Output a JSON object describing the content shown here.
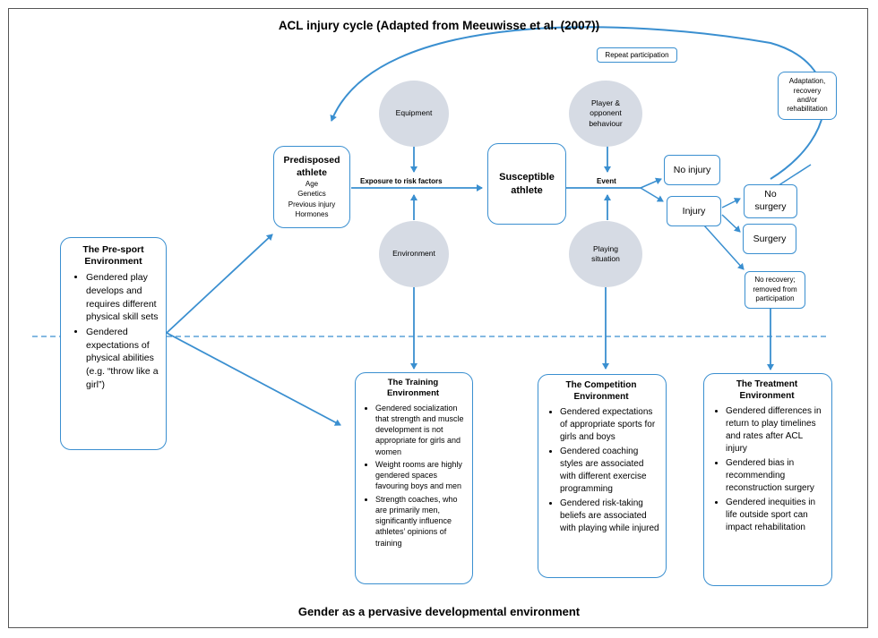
{
  "title": "ACL injury cycle (Adapted from Meeuwisse et al. (2007))",
  "footer": "Gender as a pervasive developmental environment",
  "repeat_participation": "Repeat participation",
  "adaptation": [
    "Adaptation,",
    "recovery",
    "and/or",
    "rehabilitation"
  ],
  "predisposed": {
    "heading": [
      "Predisposed",
      "athlete"
    ],
    "factors": [
      "Age",
      "Genetics",
      "Previous injury",
      "Hormones"
    ]
  },
  "exposure_label": "Exposure to risk factors",
  "susceptible": [
    "Susceptible",
    "athlete"
  ],
  "event_label": "Event",
  "circles": {
    "equipment": "Equipment",
    "environment": "Environment",
    "player": [
      "Player &",
      "opponent",
      "behaviour"
    ],
    "playing": [
      "Playing",
      "situation"
    ]
  },
  "outcomes": {
    "no_injury": "No injury",
    "injury": "Injury",
    "no_surgery": [
      "No",
      "surgery"
    ],
    "surgery": "Surgery",
    "no_recovery": [
      "No recovery;",
      "removed from",
      "participation"
    ]
  },
  "presport": {
    "title": [
      "The Pre-sport",
      "Environment"
    ],
    "bullets": [
      "Gendered play develops and requires different physical skill sets",
      "Gendered expectations of physical abilities (e.g. “throw like a girl”)"
    ]
  },
  "training": {
    "title": [
      "The Training",
      "Environment"
    ],
    "bullets": [
      "Gendered socialization that strength and muscle development is not appropriate for girls and women",
      "Weight rooms are highly gendered spaces favouring boys and men",
      "Strength coaches, who are primarily men, significantly influence athletes’ opinions of training"
    ]
  },
  "competition": {
    "title": [
      "The Competition",
      "Environment"
    ],
    "bullets": [
      "Gendered expectations of appropriate sports for girls and boys",
      "Gendered coaching styles are associated with different exercise programming",
      "Gendered risk-taking beliefs are associated with playing while injured"
    ]
  },
  "treatment": {
    "title": [
      "The Treatment",
      "Environment"
    ],
    "bullets": [
      "Gendered differences in return to play timelines and rates after ACL injury",
      "Gendered bias in recommending reconstruction surgery",
      "Gendered inequities in life outside sport can impact rehabilitation"
    ]
  },
  "colors": {
    "line": "#3a8fd0",
    "circle": "#d6dbe4",
    "dashed": "#3a8fd0"
  }
}
